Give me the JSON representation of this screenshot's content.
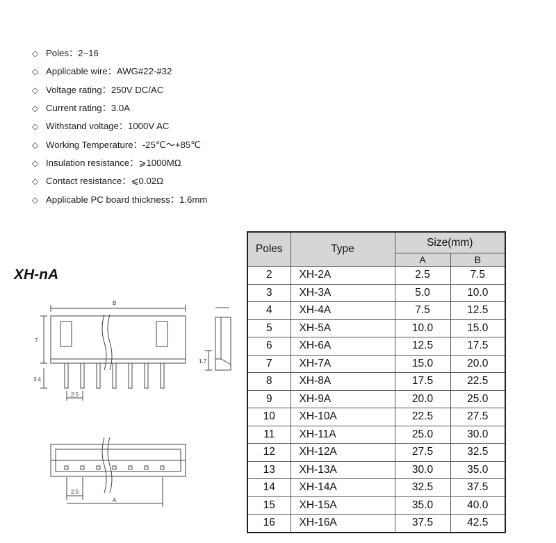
{
  "specs": [
    {
      "label": "Poles：",
      "value": "2~16"
    },
    {
      "label": "Applicable wire：",
      "value": "AWG#22-#32"
    },
    {
      "label": "Voltage rating：",
      "value": "250V DC/AC"
    },
    {
      "label": "Current rating：",
      "value": "3.0A"
    },
    {
      "label": "Withstand voltage：",
      "value": "1000V AC"
    },
    {
      "label": "Working Temperature：",
      "value": "-25℃～+85℃"
    },
    {
      "label": "Insulation resistance：",
      "value": "⩾1000MΩ"
    },
    {
      "label": "Contact resistance：",
      "value": "⩽0.02Ω"
    },
    {
      "label": "Applicable PC board thickness：",
      "value": "1.6mm"
    }
  ],
  "diamond_glyph": "◇",
  "series_title": "XH-nA",
  "drawing_labels": {
    "b": "B",
    "a": "A",
    "height": "7",
    "pin": "3.4",
    "pitch_top": "2.5",
    "pitch_bottom": "2.5",
    "side": "1.7"
  },
  "table": {
    "headers": {
      "poles": "Poles",
      "type": "Type",
      "size": "Size(mm)",
      "a": "A",
      "b": "B"
    },
    "rows": [
      {
        "poles": "2",
        "type": "XH-2A",
        "a": "2.5",
        "b": "7.5"
      },
      {
        "poles": "3",
        "type": "XH-3A",
        "a": "5.0",
        "b": "10.0"
      },
      {
        "poles": "4",
        "type": "XH-4A",
        "a": "7.5",
        "b": "12.5"
      },
      {
        "poles": "5",
        "type": "XH-5A",
        "a": "10.0",
        "b": "15.0"
      },
      {
        "poles": "6",
        "type": "XH-6A",
        "a": "12.5",
        "b": "17.5"
      },
      {
        "poles": "7",
        "type": "XH-7A",
        "a": "15.0",
        "b": "20.0"
      },
      {
        "poles": "8",
        "type": "XH-8A",
        "a": "17.5",
        "b": "22.5"
      },
      {
        "poles": "9",
        "type": "XH-9A",
        "a": "20.0",
        "b": "25.0"
      },
      {
        "poles": "10",
        "type": "XH-10A",
        "a": "22.5",
        "b": "27.5"
      },
      {
        "poles": "11",
        "type": "XH-11A",
        "a": "25.0",
        "b": "30.0"
      },
      {
        "poles": "12",
        "type": "XH-12A",
        "a": "27.5",
        "b": "32.5"
      },
      {
        "poles": "13",
        "type": "XH-13A",
        "a": "30.0",
        "b": "35.0"
      },
      {
        "poles": "14",
        "type": "XH-14A",
        "a": "32.5",
        "b": "37.5"
      },
      {
        "poles": "15",
        "type": "XH-15A",
        "a": "35.0",
        "b": "40.0"
      },
      {
        "poles": "16",
        "type": "XH-16A",
        "a": "37.5",
        "b": "42.5"
      }
    ]
  }
}
